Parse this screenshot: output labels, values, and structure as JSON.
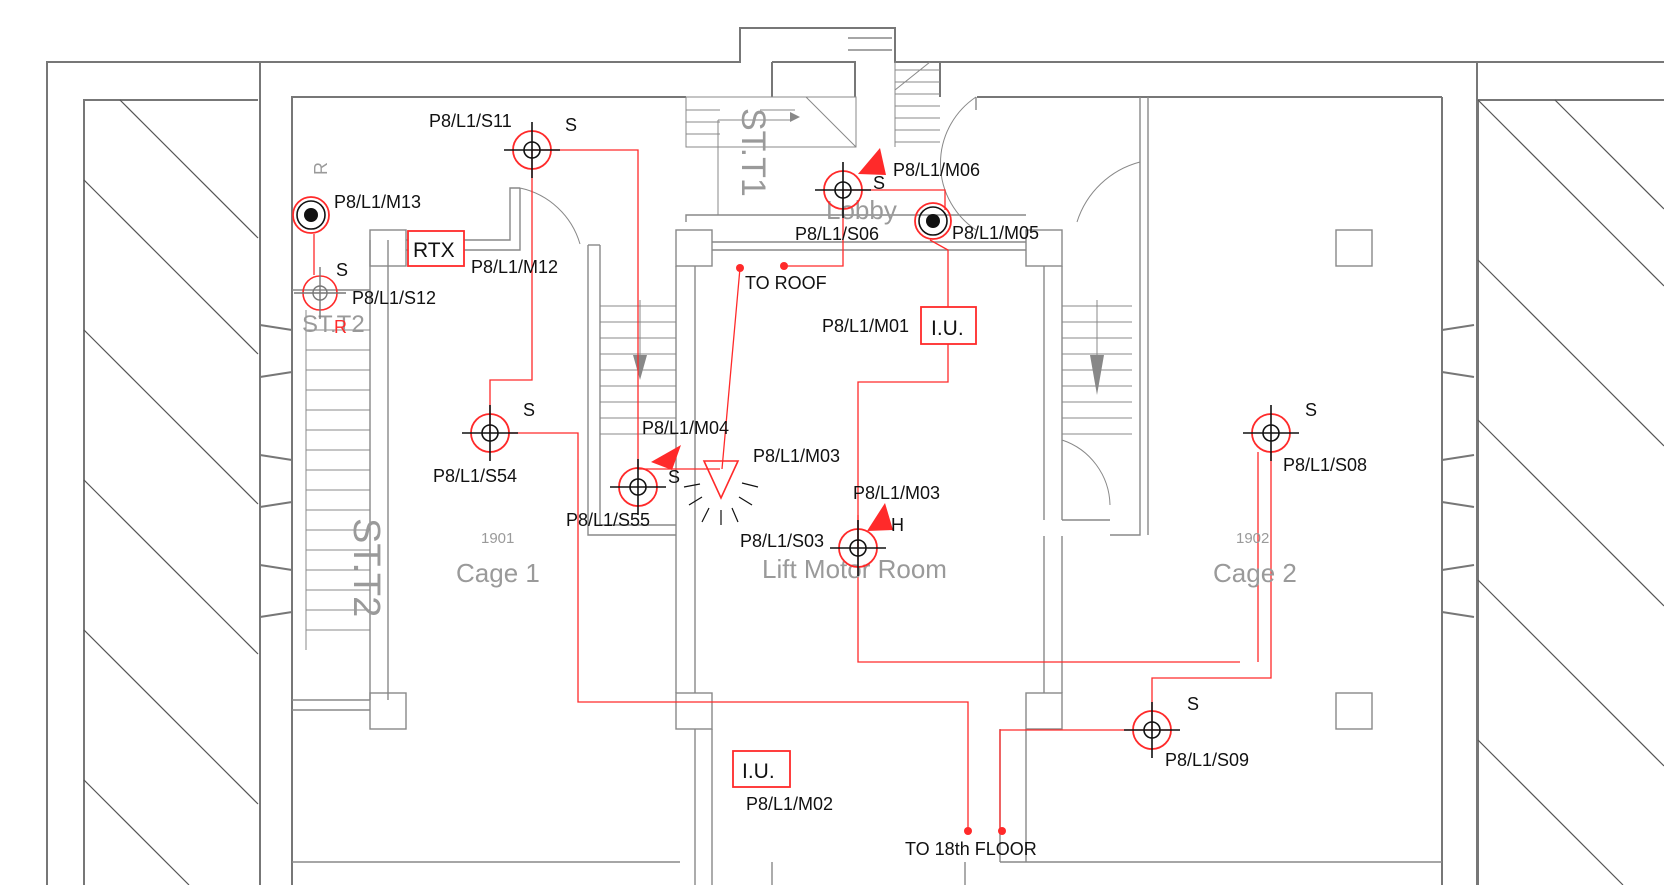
{
  "colors": {
    "wall": "#777777",
    "cable": "#ff2a2a",
    "text": "#111111",
    "room_label": "#9a9a9a",
    "background": "#ffffff"
  },
  "rooms": {
    "cage1_number": "1901",
    "cage1_name": "Cage 1",
    "cage2_number": "1902",
    "cage2_name": "Cage 2",
    "lift_motor_room": "Lift Motor Room",
    "lobby": "Lobby",
    "stair_t1": "ST.T1",
    "stair_t2_small": "ST.T2",
    "stair_t2": "ST.T2"
  },
  "devices": {
    "s11": {
      "label": "P8/L1/S11",
      "tag": "S",
      "icon": "smoke-detector-icon"
    },
    "m13": {
      "label": "P8/L1/M13",
      "tag": "R",
      "icon": "call-point-icon"
    },
    "s12": {
      "label": "P8/L1/S12",
      "tag": "S",
      "tag2": "R",
      "icon": "smoke-detector-icon"
    },
    "m12": {
      "label": "P8/L1/M12",
      "box": "RTX",
      "icon": "remote-transmitter-icon"
    },
    "s54": {
      "label": "P8/L1/S54",
      "tag": "S",
      "icon": "smoke-detector-icon"
    },
    "m04": {
      "label": "P8/L1/M04",
      "icon": "sounder-flag-icon"
    },
    "s55": {
      "label": "P8/L1/S55",
      "tag": "S",
      "icon": "smoke-detector-icon"
    },
    "m03_beacon": {
      "label": "P8/L1/M03",
      "icon": "beacon-icon"
    },
    "m03_heat": {
      "label": "P8/L1/M03",
      "icon": "sounder-flag-icon"
    },
    "s03": {
      "label": "P8/L1/S03",
      "tag": "H",
      "icon": "heat-detector-icon"
    },
    "m06": {
      "label": "P8/L1/M06",
      "icon": "sounder-flag-icon"
    },
    "s06": {
      "label": "P8/L1/S06",
      "tag": "S",
      "icon": "smoke-detector-icon"
    },
    "m05": {
      "label": "P8/L1/M05",
      "icon": "call-point-icon"
    },
    "m01": {
      "label": "P8/L1/M01",
      "box": "I.U.",
      "icon": "interface-unit-icon"
    },
    "m02": {
      "label": "P8/L1/M02",
      "box": "I.U.",
      "icon": "interface-unit-icon"
    },
    "s08": {
      "label": "P8/L1/S08",
      "tag": "S",
      "icon": "smoke-detector-icon"
    },
    "s09": {
      "label": "P8/L1/S09",
      "tag": "S",
      "icon": "smoke-detector-icon"
    }
  },
  "risers": {
    "to_roof": "TO ROOF",
    "to_18th_floor": "TO 18th FLOOR"
  }
}
